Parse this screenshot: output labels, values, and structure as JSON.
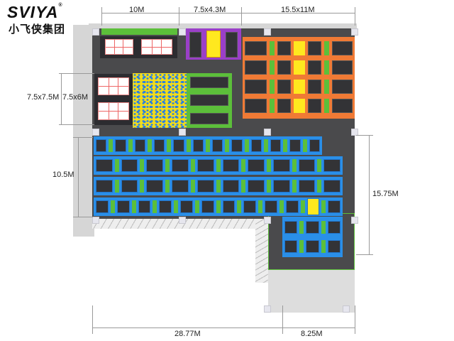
{
  "logo": {
    "brand": "SVIYA",
    "registered": "®",
    "chinese_name": "小飞侠集团"
  },
  "dimensions": {
    "top": [
      "10M",
      "7.5x4.3M",
      "15.5x11M"
    ],
    "left_top_a": "7.5x7.5M",
    "left_top_b": "7.5x6M",
    "left_mid": "10.5M",
    "right": "15.75M",
    "bottom": [
      "28.77M",
      "8.25M"
    ]
  },
  "colors": {
    "floor": "#4a4a4c",
    "blue_zone": "#2a8fe8",
    "orange_zone": "#f07a35",
    "purple_zone": "#9a3fc8",
    "green": "#5cbf3a",
    "yellow": "#ffe81f"
  }
}
